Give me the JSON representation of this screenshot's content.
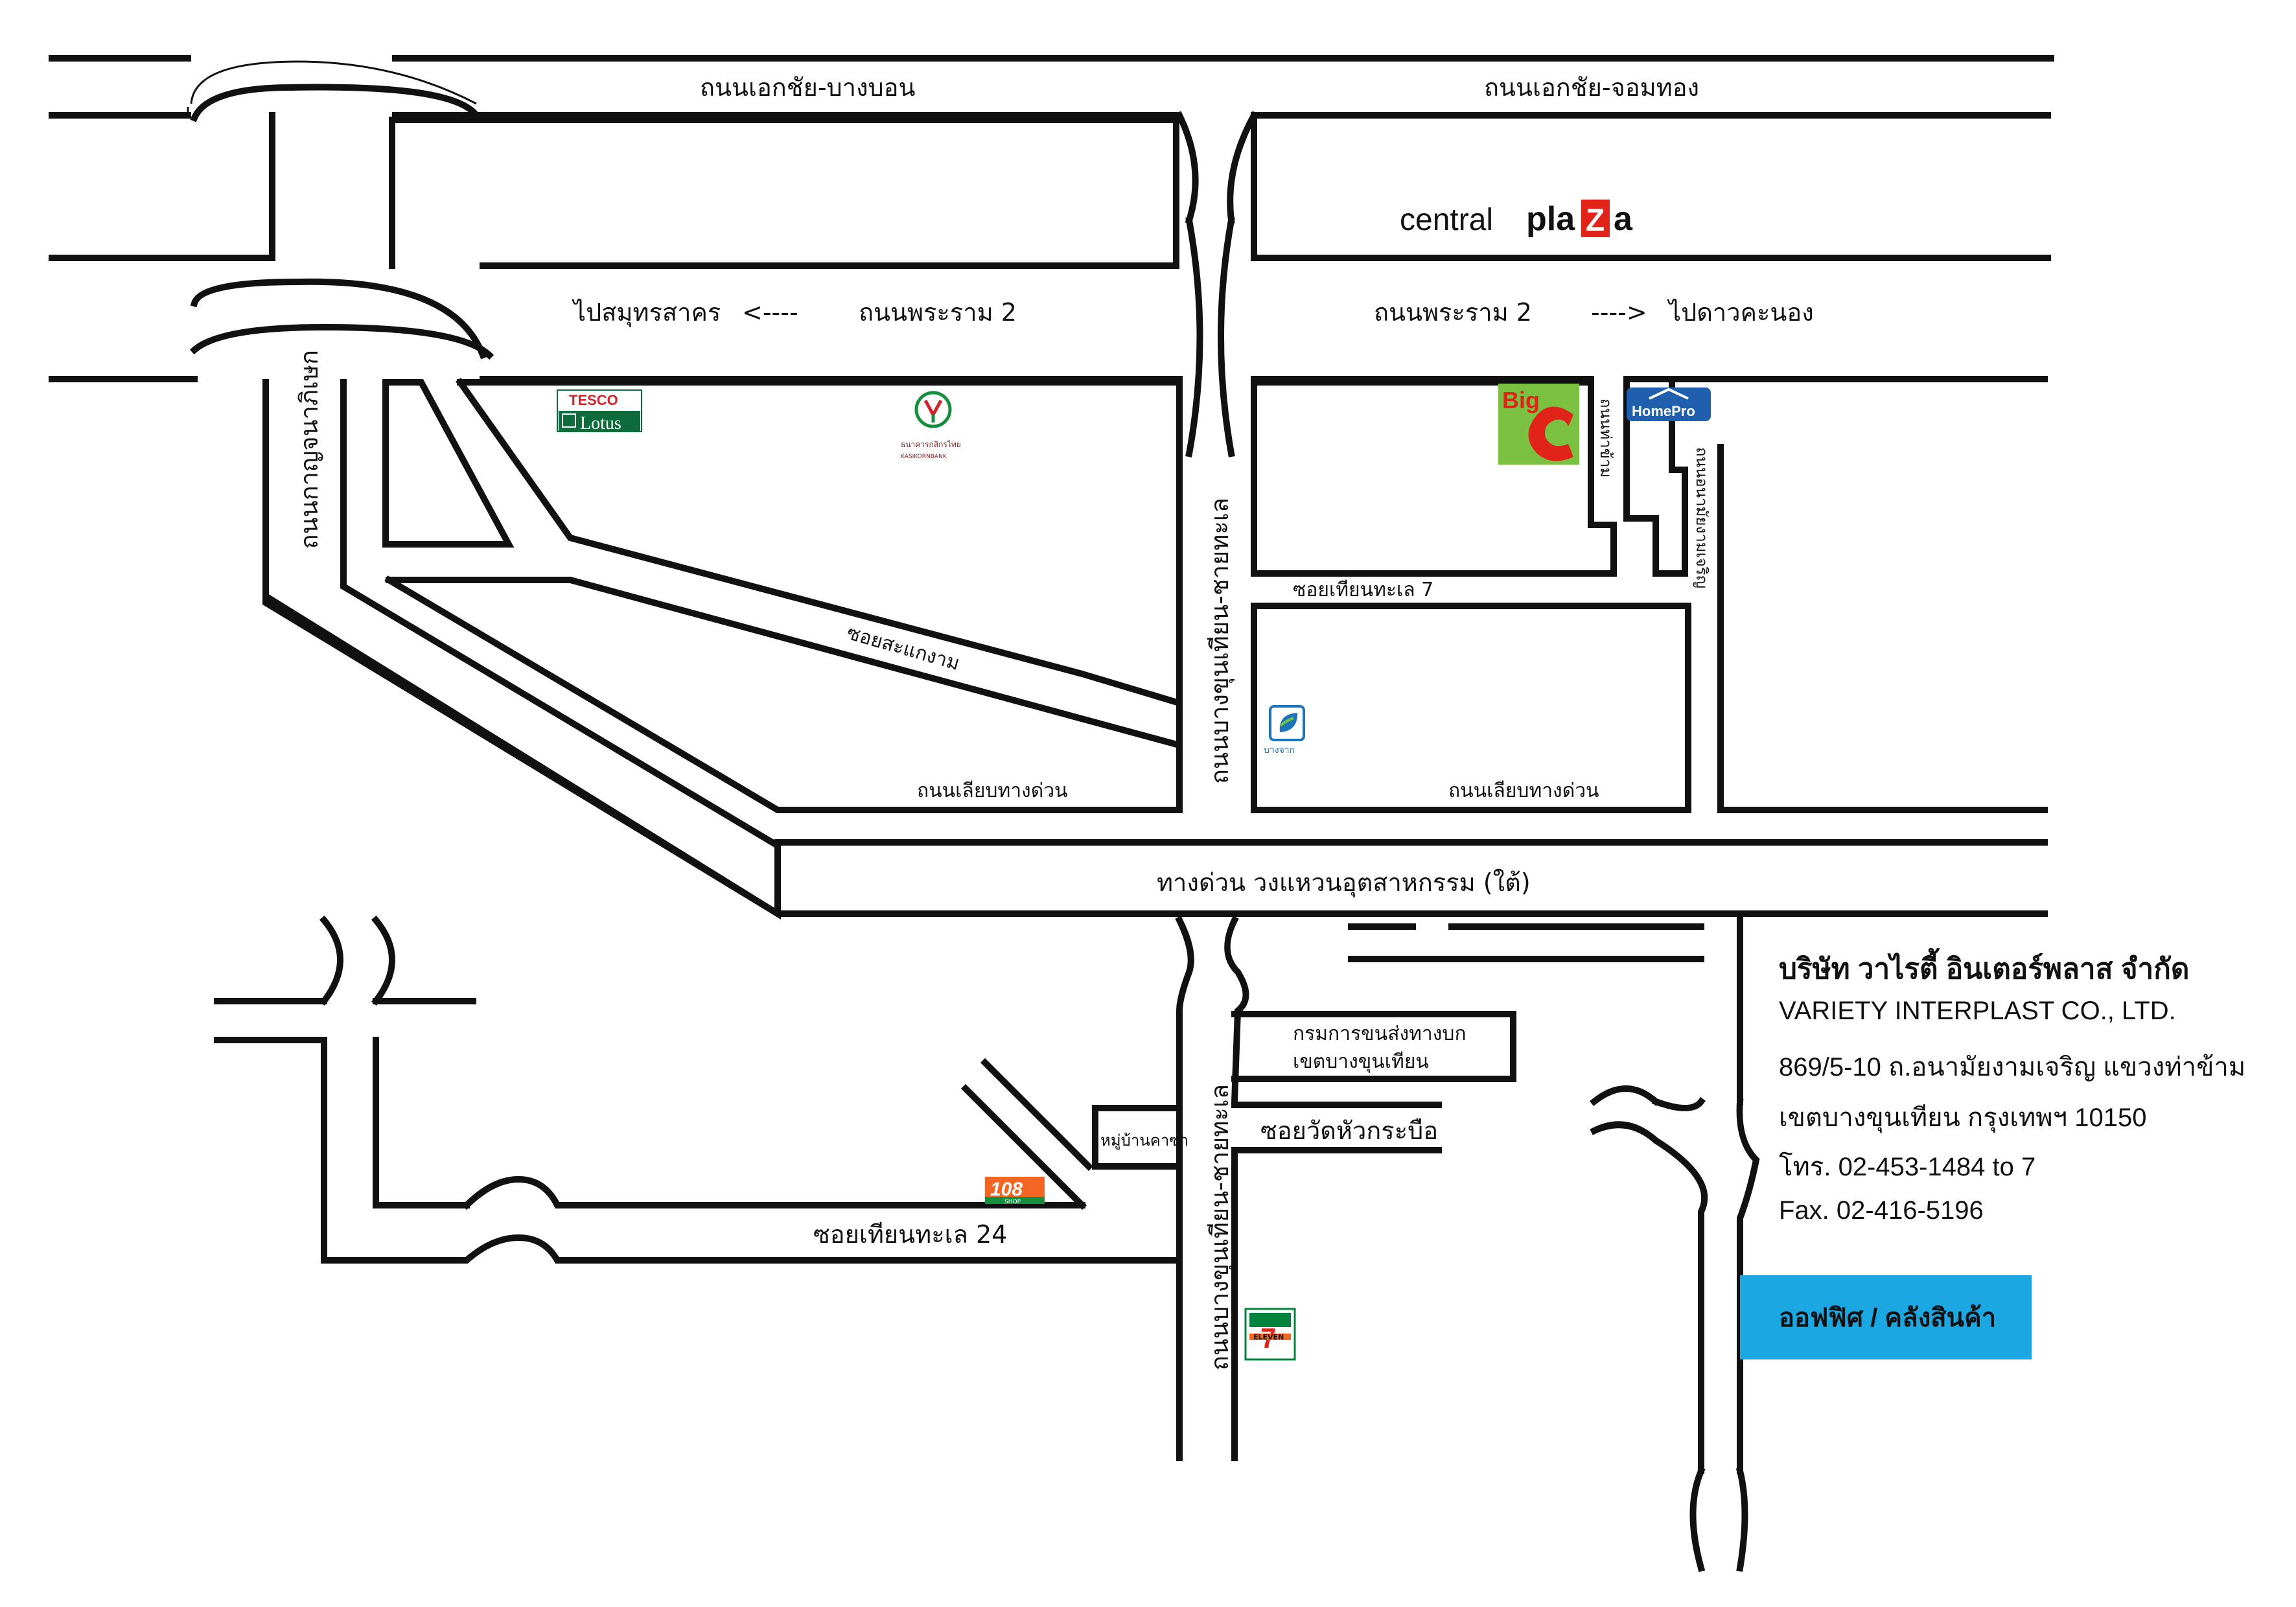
{
  "roads": {
    "ekkachai_bangbon": "ถนนเอกชัย-บางบอน",
    "ekkachai_chomthong": "ถนนเอกชัย-จอมทอง",
    "to_samutsakhon": "ไปสมุทรสาคร",
    "arrow_left": "<----",
    "rama2_left": "ถนนพระราม 2",
    "rama2_right": "ถนนพระราม 2",
    "arrow_right": "---->",
    "to_daokhanong": "ไปดาวคะนอง",
    "kanchanaphisek": "ถนนกาญจนาภิเษก",
    "bangkhunthian_upper": "ถนนบางขุนเทียน-ชายทะเล",
    "bangkhunthian_lower": "ถนนบางขุนเทียน-ชายทะเล",
    "soi_sakae_ngam": "ซอยสะแกงาม",
    "frontage_left": "ถนนเลียบทางด่วน",
    "frontage_right": "ถนนเลียบทางด่วน",
    "soi_thian_thale_7": "ซอยเทียนทะเล 7",
    "expressway": "ทางด่วน วงแหวนอุตสาหกรรม (ใต้)",
    "soi_wat_hua_krabue": "ซอยวัดหัวกระบือ",
    "soi_thian_thale_24": "ซอยเทียนทะเล 24",
    "road_near_bigc": "ถนนท่าข้าม",
    "road_anamai": "ถนนอนามัยงามเจริญ"
  },
  "landmarks": {
    "central_plaza_a": "central",
    "central_plaza_b": "pla",
    "central_plaza_c": "Z",
    "central_plaza_d": "a",
    "tesco_top": "TESCO",
    "tesco_bottom": "Lotus",
    "kbank_name": "ธนาคารกสิกรไทย",
    "kbank_en": "KASIKORNBANK",
    "bigc": "Big",
    "homepro": "HomePro",
    "bangchak": "บางจาก",
    "dlt_line1": "กรมการขนส่งทางบก",
    "dlt_line2": "เขตบางขุนเทียน",
    "village": "หมู่บ้านคาซ่า",
    "shop108": "108",
    "shop108_sub": "SHOP",
    "seven_eleven": "ELEVEN",
    "seven_digit": "7"
  },
  "company": {
    "name_th": "บริษัท วาไรตี้ อินเตอร์พลาส จำกัด",
    "name_en": "VARIETY INTERPLAST CO., LTD.",
    "address_1": "869/5-10 ถ.อนามัยงามเจริญ แขวงท่าข้าม",
    "address_2": "เขตบางขุนเทียน กรุงเทพฯ 10150",
    "phone": "โทร. 02-453-1484 to 7",
    "fax": "Fax. 02-416-5196",
    "office_label": "ออฟฟิศ / คลังสินค้า"
  },
  "colors": {
    "office_box": "#1ba7e1",
    "central_red": "#e2231a",
    "tesco_red": "#d2232a",
    "lotus_green": "#0e6b3b",
    "kbank_green": "#138f3e",
    "bigc_green": "#7ac142",
    "bigc_red": "#e2231a",
    "homepro_blue": "#1f5fae",
    "bangchak_blue": "#1b75bb",
    "shop108_orange": "#f26522",
    "seven_green": "#00843d"
  }
}
